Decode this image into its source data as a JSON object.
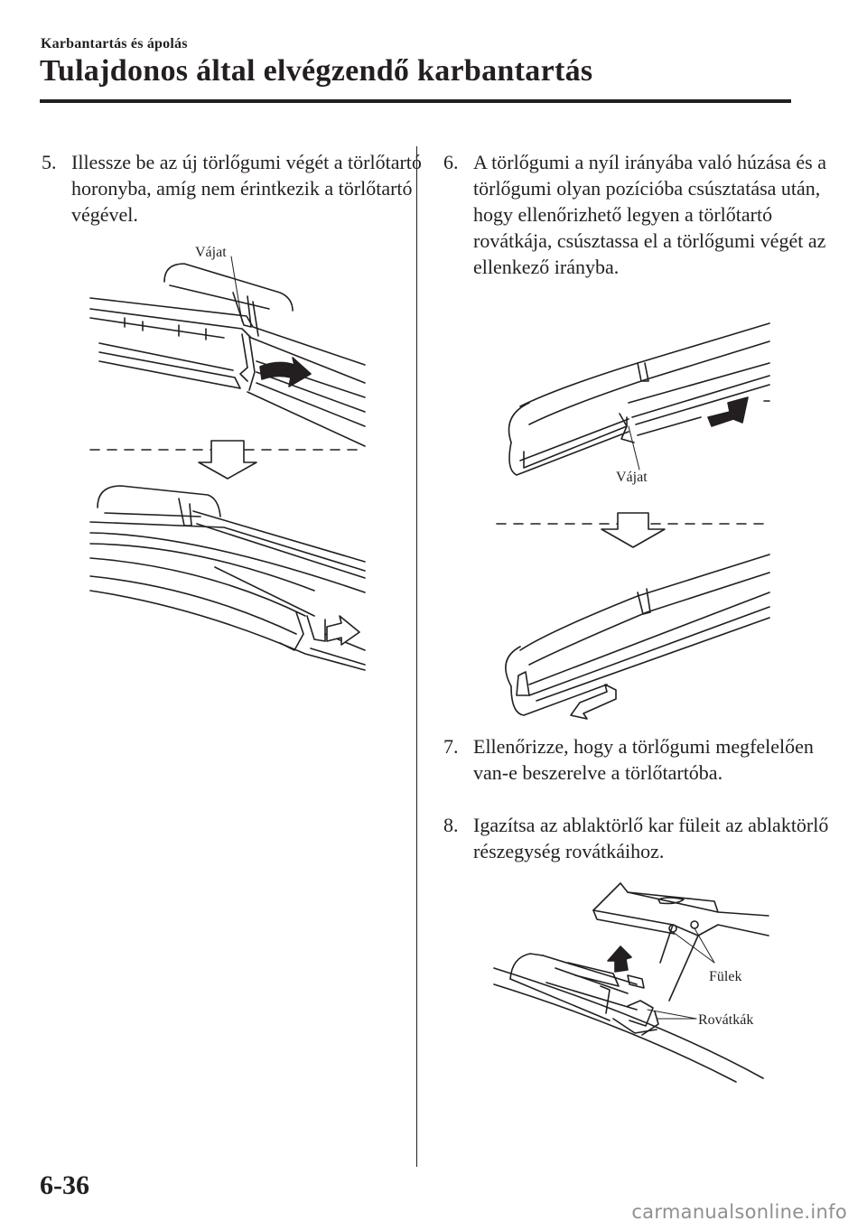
{
  "header": {
    "section": "Karbantartás és ápolás",
    "title": "Tulajdonos által elvégzendő karbantartás"
  },
  "steps": [
    {
      "number": "5.",
      "text": "Illessze be az új törlőgumi végét a törlőtartó horonyba, amíg nem érintkezik a törlőtartó végével."
    },
    {
      "number": "6.",
      "text": "A törlőgumi a nyíl irányába való húzása és a törlőgumi olyan pozícióba csúsztatása után, hogy ellenőrizhető legyen a törlőtartó rovátkája, csúsztassa el a törlőgumi végét az ellenkező irányba."
    },
    {
      "number": "7.",
      "text": "Ellenőrizze, hogy a törlőgumi megfelelően van-e beszerelve a törlőtartóba."
    },
    {
      "number": "8.",
      "text": "Igazítsa az ablaktörlő kar füleit az ablaktörlő részegység rovátkáihoz."
    }
  ],
  "figures": {
    "step5_label": "Vájat",
    "step6_label": "Vájat",
    "step8_tabs_label": "Fülek",
    "step8_notches_label": "Rovátkák"
  },
  "footer": {
    "page_number": "6-36",
    "watermark": "carmanualsonline.info"
  }
}
